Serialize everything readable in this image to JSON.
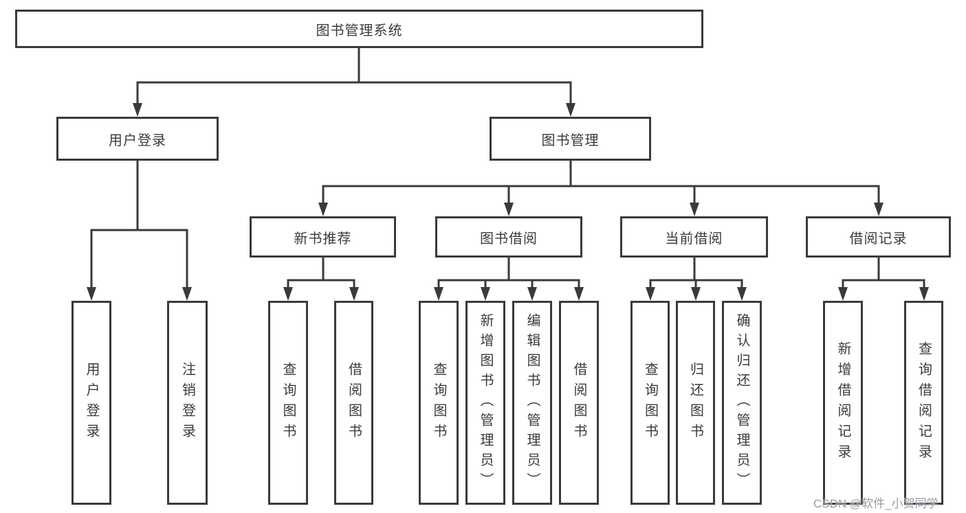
{
  "diagram": {
    "root": {
      "label": "图书管理系统"
    },
    "branches": [
      {
        "label": "用户登录",
        "children": [
          {
            "label": "用户登录"
          },
          {
            "label": "注销登录"
          }
        ]
      },
      {
        "label": "图书管理",
        "children": [
          {
            "label": "新书推荐",
            "children": [
              {
                "label": "查询图书"
              },
              {
                "label": "借阅图书"
              }
            ]
          },
          {
            "label": "图书借阅",
            "children": [
              {
                "label": "查询图书"
              },
              {
                "label": "新增图书（管理员）"
              },
              {
                "label": "编辑图书（管理员）"
              },
              {
                "label": "借阅图书"
              }
            ]
          },
          {
            "label": "当前借阅",
            "children": [
              {
                "label": "查询图书"
              },
              {
                "label": "归还图书"
              },
              {
                "label": "确认归还（管理员）"
              }
            ]
          },
          {
            "label": "借阅记录",
            "children": [
              {
                "label": "新增借阅记录"
              },
              {
                "label": "查询借阅记录"
              }
            ]
          }
        ]
      }
    ],
    "line_color": "#3a3a3a",
    "text_color": "#3b3b3b",
    "background_color": "#ffffff"
  },
  "watermark": {
    "text": "CSDN @软件_小贺同学"
  }
}
